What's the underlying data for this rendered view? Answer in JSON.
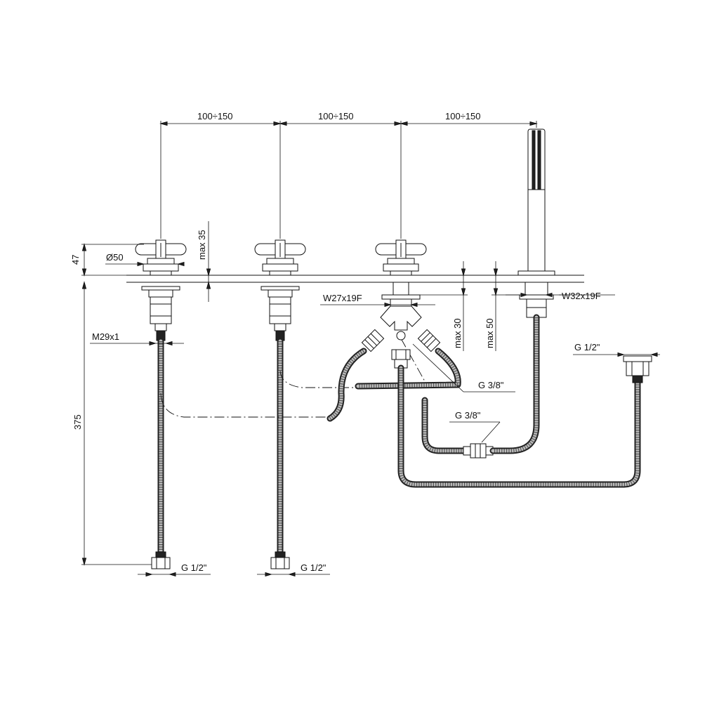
{
  "labels": {
    "spacing_1": "100÷150",
    "spacing_2": "100÷150",
    "spacing_3": "100÷150",
    "height_47": "47",
    "diameter": "Ø50",
    "max_35": "max 35",
    "thread_m29": "M29x1",
    "height_375": "375",
    "conn_left": "G 1/2\"",
    "conn_mid": "G 1/2\"",
    "thread_w27": "W27x19F",
    "max_30": "max 30",
    "max_50": "max 50",
    "thread_w32": "W32x19F",
    "conn_right": "G 1/2\"",
    "g38_upper": "G 3/8\"",
    "g38_lower": "G 3/8\""
  },
  "colors": {
    "line": "#111111",
    "hose_fill": "#bdbdbd"
  }
}
